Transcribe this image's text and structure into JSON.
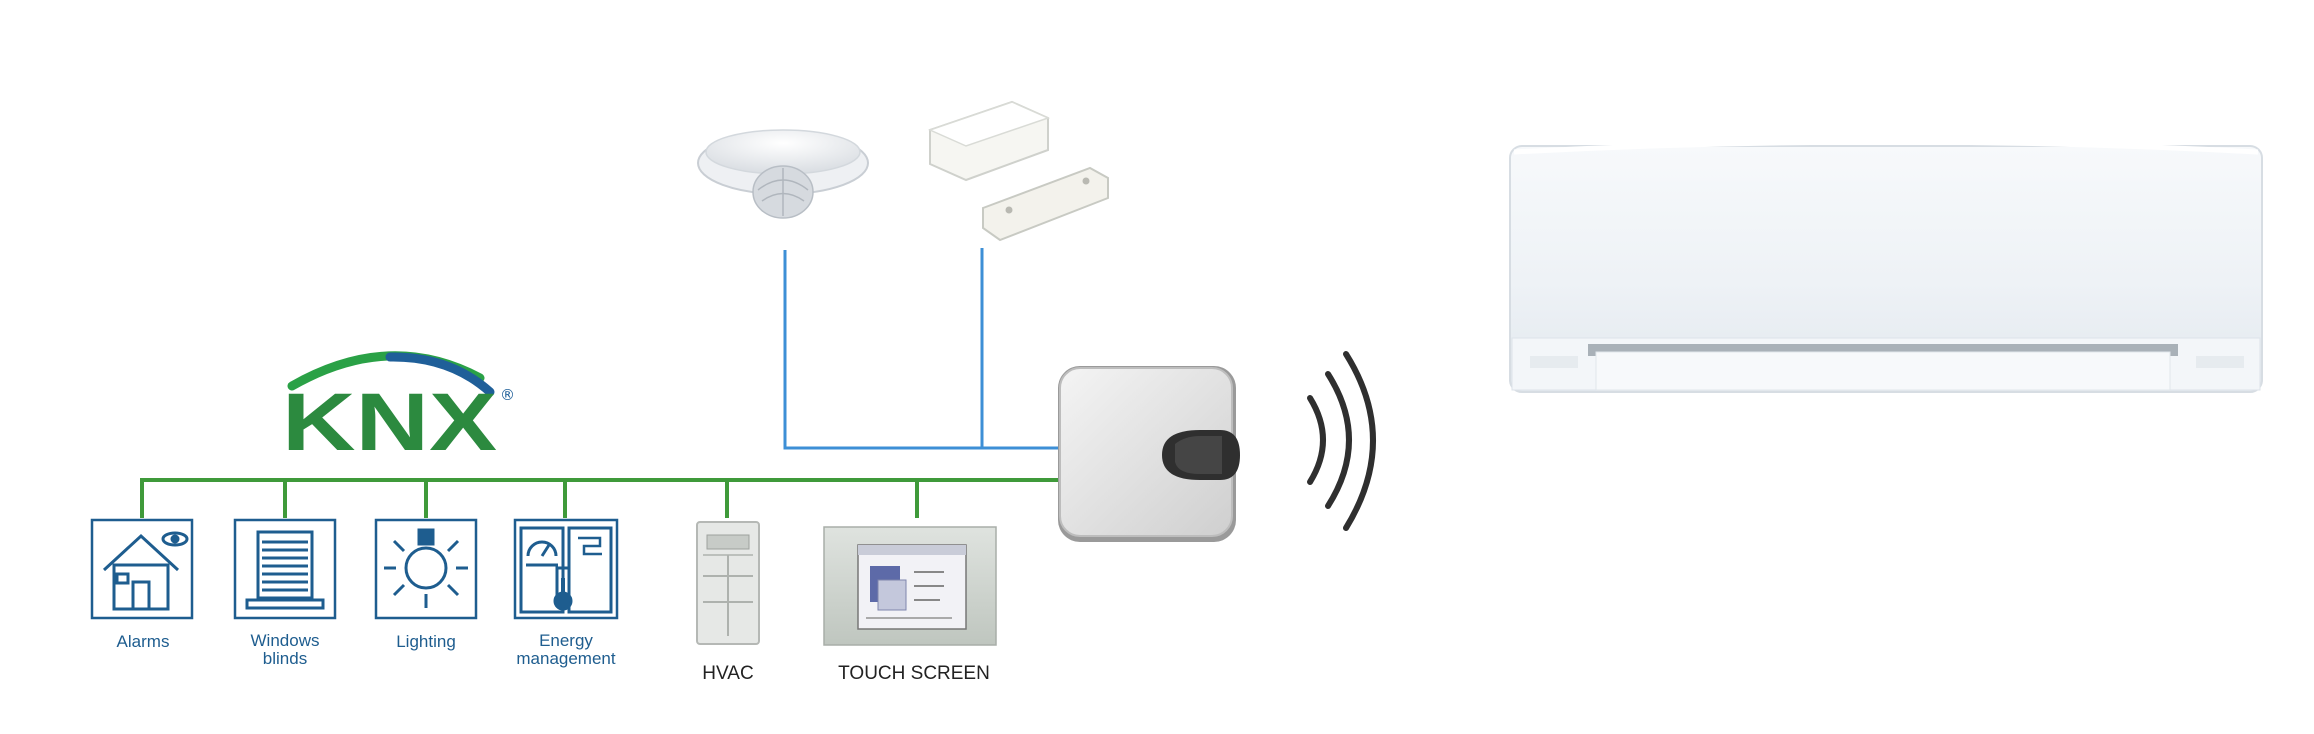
{
  "logo": {
    "text": "KNX",
    "registered": "®"
  },
  "devices": [
    {
      "id": "alarms",
      "label_lines": [
        "Alarms"
      ],
      "icon": "house-eye-icon"
    },
    {
      "id": "windows-blinds",
      "label_lines": [
        "Windows",
        "blinds"
      ],
      "icon": "window-blinds-icon"
    },
    {
      "id": "lighting",
      "label_lines": [
        "Lighting"
      ],
      "icon": "light-bulb-icon"
    },
    {
      "id": "energy-management",
      "label_lines": [
        "Energy",
        "management"
      ],
      "icon": "meter-thermometer-icon"
    },
    {
      "id": "hvac",
      "label_lines": [
        "HVAC"
      ],
      "icon": "keypad-panel-icon"
    },
    {
      "id": "touch-screen",
      "label_lines": [
        "TOUCH SCREEN"
      ],
      "icon": "touch-panel-icon"
    }
  ],
  "sensors": [
    {
      "id": "presence-sensor",
      "icon": "ceiling-presence-sensor-icon"
    },
    {
      "id": "window-contact",
      "icon": "magnetic-contact-sensor-icon"
    }
  ],
  "gateway": {
    "icon": "knx-ir-interface-icon"
  },
  "wireless": {
    "icon": "ir-signal-waves-icon"
  },
  "air_conditioner": {
    "icon": "split-air-conditioner-icon"
  },
  "colors": {
    "bus_green": "#3f9a3a",
    "sensor_wire_blue": "#3d8fd6",
    "icon_blue": "#1e5d8f",
    "knx_arc_green": "#2aa146",
    "knx_arc_blue": "#1f5f99"
  }
}
